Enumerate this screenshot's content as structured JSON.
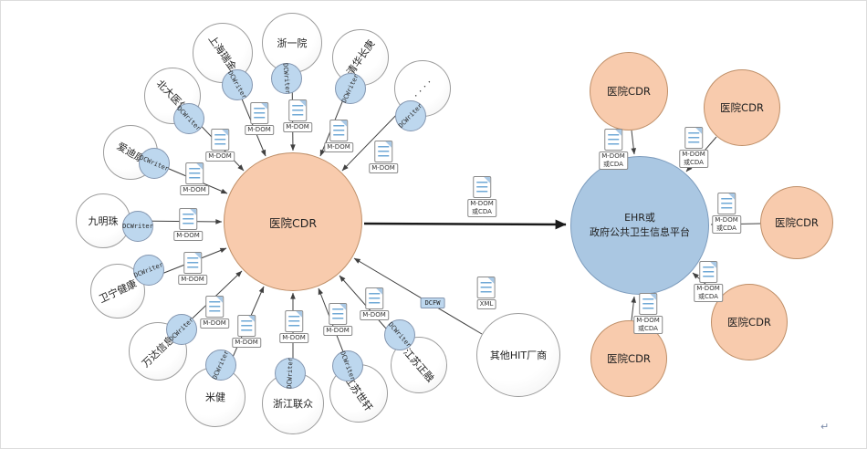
{
  "left_hub": {
    "label": "医院CDR"
  },
  "right_hub": {
    "label": "EHR或\n政府公共卫生信息平台"
  },
  "center_doc": {
    "label": "M-DOM\n或CDA"
  },
  "vendors": [
    {
      "name": "上海瑞金",
      "writer": "DCWriter",
      "doc": "M-DOM"
    },
    {
      "name": "浙一院",
      "writer": "DCWriter",
      "doc": "M-DOM"
    },
    {
      "name": "清华长庚",
      "writer": "DCWriter",
      "doc": "M-DOM"
    },
    {
      "name": "· · · ·",
      "writer": "DCWriter",
      "doc": "M-DOM"
    },
    {
      "name": "北大医信",
      "writer": "DCWriter",
      "doc": "M-DOM"
    },
    {
      "name": "爱迪康",
      "writer": "DCWriter",
      "doc": "M-DOM"
    },
    {
      "name": "九明珠",
      "writer": "DCWriter",
      "doc": "M-DOM"
    },
    {
      "name": "卫宁健康",
      "writer": "DCWriter",
      "doc": "M-DOM"
    },
    {
      "name": "万达信息",
      "writer": "DCWriter",
      "doc": "M-DOM"
    },
    {
      "name": "米健",
      "writer": "DCWriter",
      "doc": "M-DOM"
    },
    {
      "name": "浙江联众",
      "writer": "DCWriter",
      "doc": "M-DOM"
    },
    {
      "name": "江苏世轩",
      "writer": "DCWriter",
      "doc": "M-DOM"
    },
    {
      "name": "江苏正融",
      "writer": "DCWriter",
      "doc": "M-DOM"
    },
    {
      "name": "其他HIT厂商",
      "writer": "DCFW",
      "doc": "XML"
    }
  ],
  "right_cdrs": [
    {
      "label": "医院CDR",
      "doc": "M-DOM\n或CDA"
    },
    {
      "label": "医院CDR",
      "doc": "M-DOM\n或CDA"
    },
    {
      "label": "医院CDR",
      "doc": "M-DOM\n或CDA"
    },
    {
      "label": "医院CDR",
      "doc": "M-DOM\n或CDA"
    },
    {
      "label": "医院CDR",
      "doc": "M-DOM\n或CDA"
    }
  ],
  "marks": {
    "return_mark": "↵"
  },
  "colors": {
    "orange_fill": "#f8cbad",
    "orange_border": "#bf8f68",
    "blue_fill": "#aac7e2",
    "blue_border": "#7d9cbd",
    "badge_fill": "#bdd7ee",
    "badge_border": "#8496b0",
    "connector": "#404040",
    "doc_line_blue": "#6fa8d6"
  }
}
